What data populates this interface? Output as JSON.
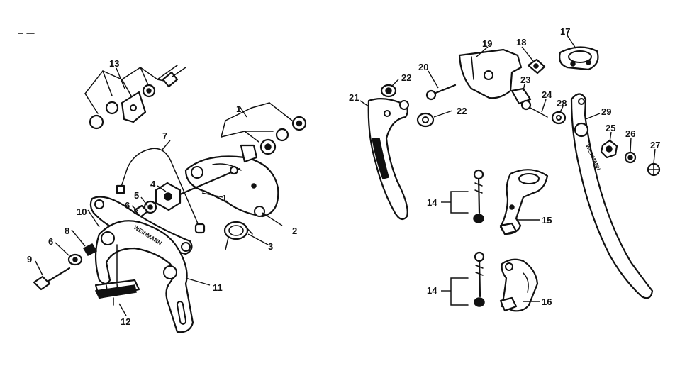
{
  "callouts": {
    "c1a": "1",
    "c1b": "1",
    "c2": "2",
    "c3": "3",
    "c4": "4",
    "c5": "5",
    "c6a": "6",
    "c6b": "6",
    "c7": "7",
    "c8": "8",
    "c9": "9",
    "c10": "10",
    "c11": "11",
    "c12": "12",
    "c13": "13",
    "c14a": "14",
    "c14b": "14",
    "c15": "15",
    "c16": "16",
    "c17": "17",
    "c18": "18",
    "c19": "19",
    "c20": "20",
    "c21": "21",
    "c22a": "22",
    "c22b": "22",
    "c23": "23",
    "c24": "24",
    "c25": "25",
    "c26": "26",
    "c27": "27",
    "c28": "28",
    "c29": "29"
  },
  "brand_mark_rear": "WEINMANN",
  "brand_mark_lever": "WEINMANN"
}
